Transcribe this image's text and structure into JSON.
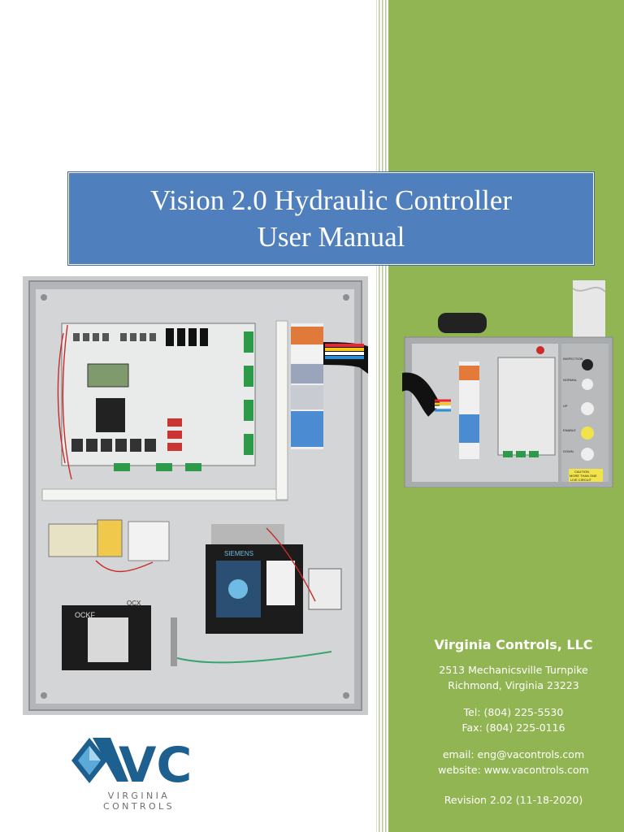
{
  "title": {
    "line1": "Vision 2.0 Hydraulic Controller",
    "line2": "User Manual"
  },
  "company": {
    "name": "Virginia Controls, LLC",
    "street": "2513 Mechanicsville Turnpike",
    "city": "Richmond, Virginia 23223",
    "tel": "Tel: (804) 225-5530",
    "fax": "Fax: (804) 225-0116",
    "email": "email:   eng@vacontrols.com",
    "website": "website: www.vacontrols.com",
    "revision": "Revision 2.02 (11-18-2020)"
  },
  "logo": {
    "letters": "VC",
    "tagline": "VIRGINIA CONTROLS"
  },
  "photo_labels": {
    "ock": "OCKF",
    "ocx": "OCX",
    "brand": "SIEMENS"
  },
  "mini_panel_labels": {
    "inspection": "INSPECTION",
    "normal": "NORMAL",
    "up": "UP",
    "enable": "ENABLE",
    "down": "DOWN",
    "caution1": "CAUTION",
    "caution2": "MORE THAN ONE",
    "caution3": "LIVE CIRCUIT"
  },
  "colors": {
    "green_panel": "#92b553",
    "banner_blue": "#4f7fbd",
    "logo_blue": "#1d5f8f",
    "logo_light": "#5aa9d6"
  }
}
